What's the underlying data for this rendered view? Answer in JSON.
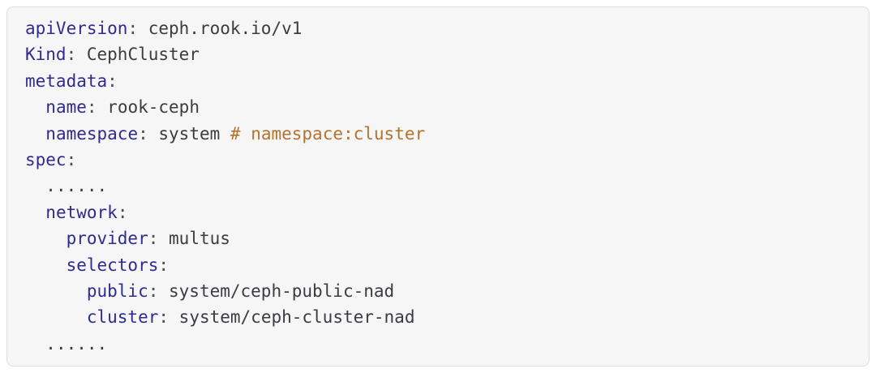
{
  "colors": {
    "page_bg": "#ffffff",
    "code_bg": "#f6f6f7",
    "code_border": "#dcdddf",
    "key": "#2e2b8f",
    "punct": "#4a4c52",
    "value": "#3b3c40",
    "comment": "#b5722c"
  },
  "code_block": {
    "language": "yaml",
    "indent_unit": "  ",
    "lines": [
      {
        "indent": 0,
        "tokens": [
          {
            "type": "key",
            "text": "apiVersion"
          },
          {
            "type": "punct",
            "text": ": "
          },
          {
            "type": "value",
            "text": "ceph.rook.io/v1"
          }
        ]
      },
      {
        "indent": 0,
        "tokens": [
          {
            "type": "key",
            "text": "Kind"
          },
          {
            "type": "punct",
            "text": ": "
          },
          {
            "type": "value",
            "text": "CephCluster"
          }
        ]
      },
      {
        "indent": 0,
        "tokens": [
          {
            "type": "key",
            "text": "metadata"
          },
          {
            "type": "punct",
            "text": ":"
          }
        ]
      },
      {
        "indent": 1,
        "tokens": [
          {
            "type": "key",
            "text": "name"
          },
          {
            "type": "punct",
            "text": ": "
          },
          {
            "type": "value",
            "text": "rook-ceph"
          }
        ]
      },
      {
        "indent": 1,
        "tokens": [
          {
            "type": "key",
            "text": "namespace"
          },
          {
            "type": "punct",
            "text": ": "
          },
          {
            "type": "value",
            "text": "system "
          },
          {
            "type": "comment",
            "text": "# namespace:cluster"
          }
        ]
      },
      {
        "indent": 0,
        "tokens": [
          {
            "type": "key",
            "text": "spec"
          },
          {
            "type": "punct",
            "text": ":"
          }
        ]
      },
      {
        "indent": 1,
        "tokens": [
          {
            "type": "value",
            "text": "......"
          }
        ]
      },
      {
        "indent": 1,
        "tokens": [
          {
            "type": "key",
            "text": "network"
          },
          {
            "type": "punct",
            "text": ":"
          }
        ]
      },
      {
        "indent": 2,
        "tokens": [
          {
            "type": "key",
            "text": "provider"
          },
          {
            "type": "punct",
            "text": ": "
          },
          {
            "type": "value",
            "text": "multus"
          }
        ]
      },
      {
        "indent": 2,
        "tokens": [
          {
            "type": "key",
            "text": "selectors"
          },
          {
            "type": "punct",
            "text": ":"
          }
        ]
      },
      {
        "indent": 3,
        "tokens": [
          {
            "type": "key",
            "text": "public"
          },
          {
            "type": "punct",
            "text": ": "
          },
          {
            "type": "value",
            "text": "system/ceph-public-nad"
          }
        ]
      },
      {
        "indent": 3,
        "tokens": [
          {
            "type": "key",
            "text": "cluster"
          },
          {
            "type": "punct",
            "text": ": "
          },
          {
            "type": "value",
            "text": "system/ceph-cluster-nad"
          }
        ]
      },
      {
        "indent": 1,
        "tokens": [
          {
            "type": "value",
            "text": "......"
          }
        ]
      }
    ]
  }
}
